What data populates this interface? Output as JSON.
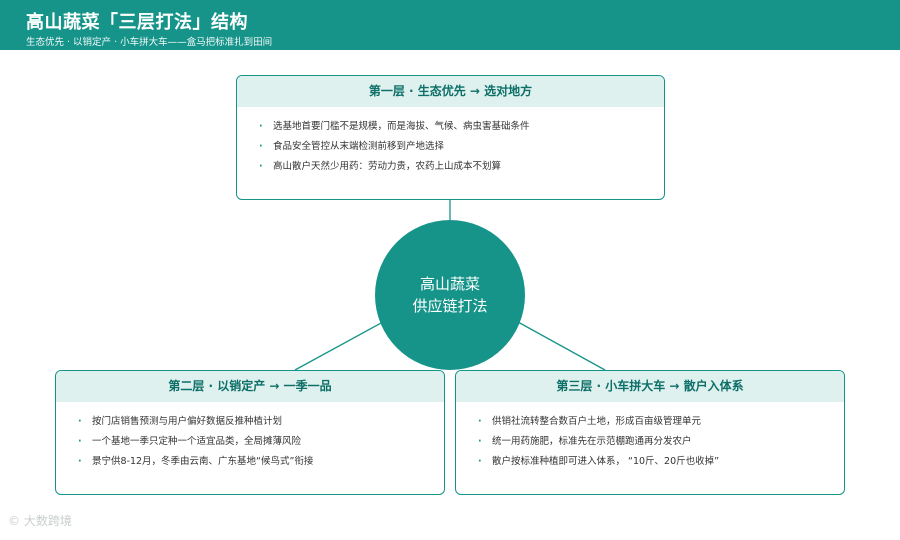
{
  "header": {
    "title": "高山蔬菜「三层打法」结构",
    "subtitle": "生态优先 ·   以销定产 ·   小车拼大车——盒马把标准扎到田间"
  },
  "hub": {
    "line1": "高山蔬菜",
    "line2": "供应链打法"
  },
  "layers": [
    {
      "title": "第一层 ·   生态优先 → 选对地方",
      "items": [
        "选基地首要门槛不是规模，而是海拔、气候、病虫害基础条件",
        "食品安全管控从末端检测前移到产地选择",
        "高山散户天然少用药：劳动力贵，农药上山成本不划算"
      ]
    },
    {
      "title": "第二层 ·   以销定产 → 一季一品",
      "items": [
        "按门店销售预测与用户偏好数据反推种植计划",
        "一个基地一季只定种一个适宜品类，全局摊薄风险",
        "景宁供8-12月，冬季由云南、广东基地“候鸟式”衔接"
      ]
    },
    {
      "title": "第三层 ·   小车拼大车 → 散户入体系",
      "items": [
        "供销社流转整合数百户土地，形成百亩级管理单元",
        "统一用药施肥，标准先在示范棚跑通再分发农户",
        "散户按标准种植即可进入体系， “10斤、20斤也收掉”"
      ]
    }
  ],
  "watermark": "© 大数跨境",
  "colors": {
    "primary": "#16948a",
    "header_bg": "#16948a",
    "card_head_bg": "#dff1ef",
    "card_head_text": "#0d6f67"
  }
}
